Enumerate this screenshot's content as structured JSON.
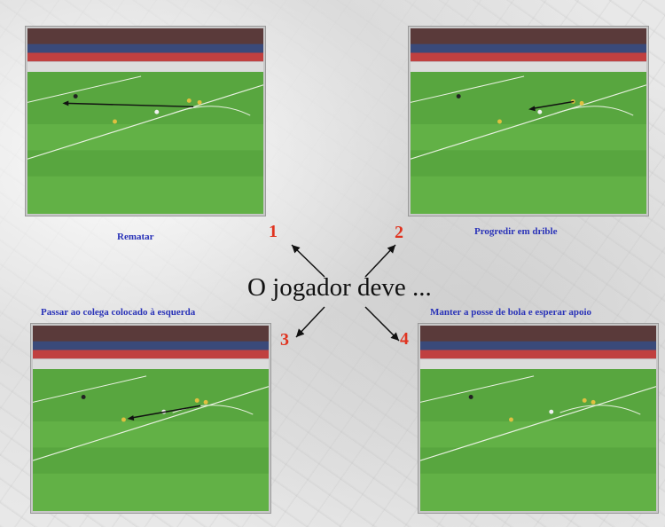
{
  "center": {
    "text": "O jogador deve ..."
  },
  "options": [
    {
      "number": "1",
      "caption": "Rematar"
    },
    {
      "number": "2",
      "caption": "Progredir em drible"
    },
    {
      "number": "3",
      "caption": "Passar ao colega colocado à esquerda"
    },
    {
      "number": "4",
      "caption": "Manter a posse de bola e esperar apoio"
    }
  ],
  "colors": {
    "caption": "#2a33b8",
    "number": "#e0331f",
    "pitch": "#4f9a3a",
    "arrow": "#111111"
  },
  "icons": {
    "scene": "football-pitch-icon",
    "arrow": "arrow-icon"
  }
}
